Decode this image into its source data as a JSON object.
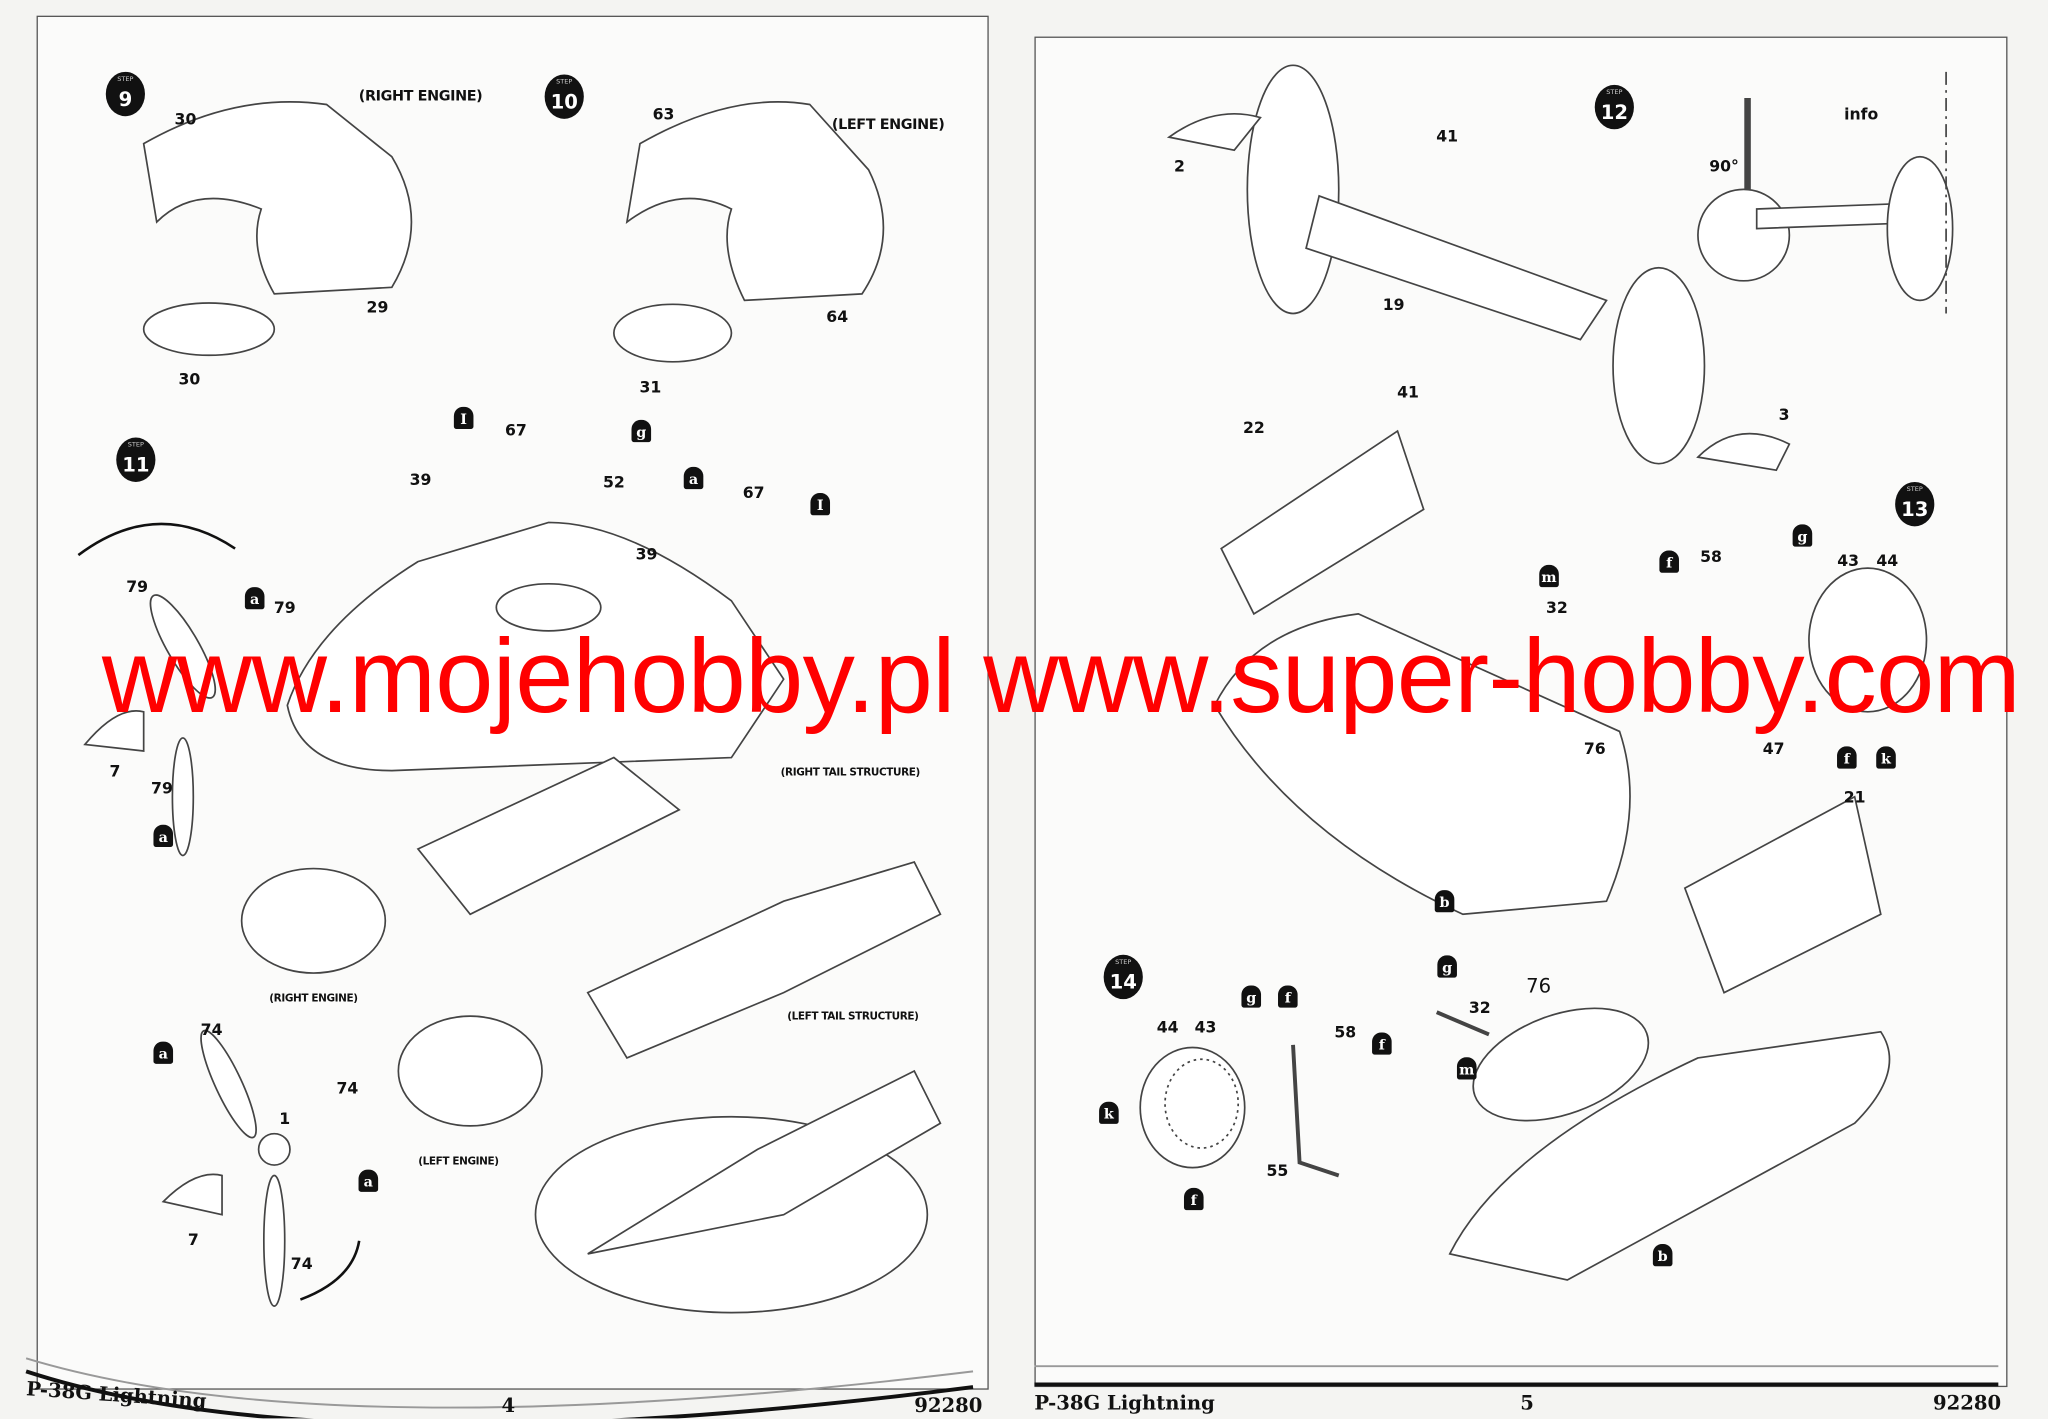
{
  "left_page": {
    "steps": [
      "9",
      "10",
      "11"
    ],
    "step_word": "STEP",
    "parts": [
      "30",
      "29",
      "30",
      "63",
      "64",
      "31",
      "67",
      "39",
      "52",
      "67",
      "39",
      "79",
      "79",
      "7",
      "79",
      "74",
      "74",
      "1",
      "7",
      "74"
    ],
    "captions": [
      "(RIGHT ENGINE)",
      "(LEFT ENGINE)",
      "(RIGHT TAIL STRUCTURE)",
      "(RIGHT ENGINE)",
      "(LEFT TAIL STRUCTURE)",
      "(LEFT ENGINE)"
    ],
    "tags": [
      "I",
      "g",
      "a",
      "I",
      "a",
      "a",
      "a",
      "a"
    ],
    "footer": {
      "title": "P-38G Lightning",
      "page": "4",
      "code": "92280"
    }
  },
  "right_page": {
    "steps": [
      "12",
      "13",
      "14"
    ],
    "step_word": "STEP",
    "info": "info",
    "angle": "90°",
    "parts": [
      "2",
      "41",
      "19",
      "41",
      "3",
      "22",
      "32",
      "58",
      "43",
      "44",
      "47",
      "76",
      "21",
      "76",
      "32",
      "44",
      "43",
      "58",
      "55"
    ],
    "tags": [
      "m",
      "f",
      "g",
      "f",
      "k",
      "b",
      "g",
      "g",
      "f",
      "f",
      "m",
      "k",
      "f",
      "b"
    ],
    "footer": {
      "title": "P-38G Lightning",
      "page": "5",
      "code": "92280"
    }
  },
  "watermark": "www.mojehobby.pl www.super-hobby.com"
}
